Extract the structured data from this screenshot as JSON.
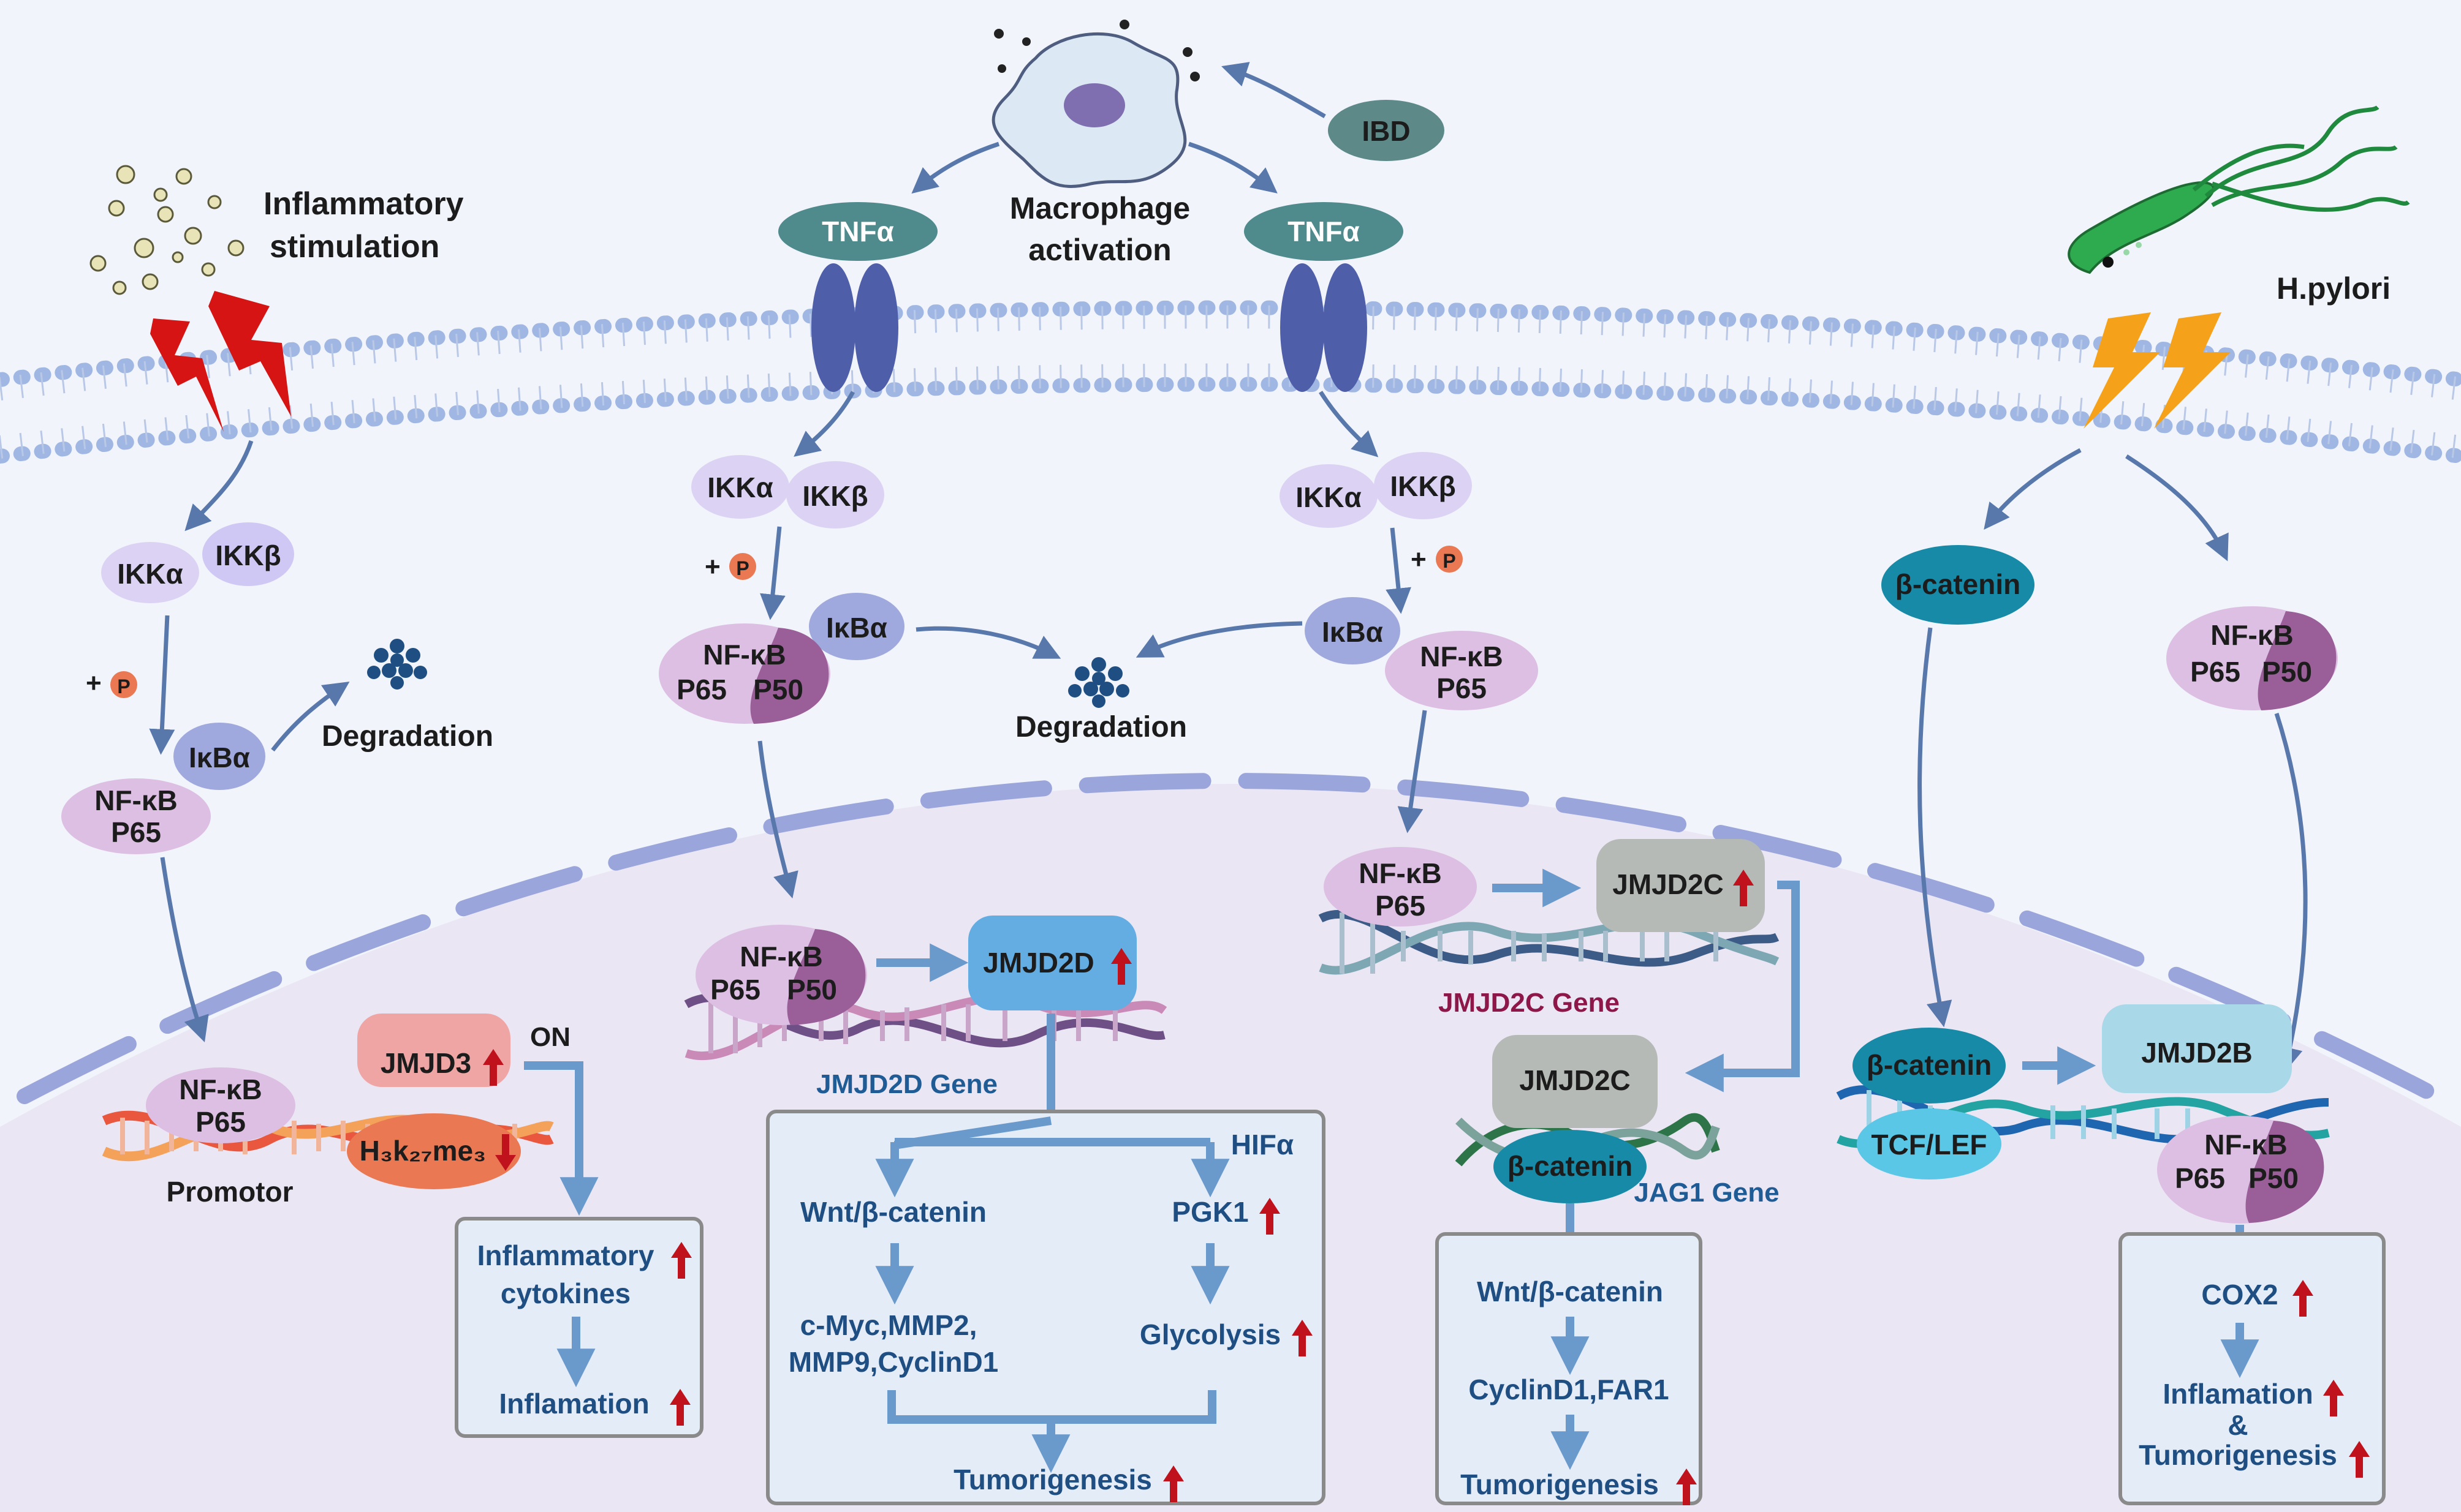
{
  "triggers": {
    "inflammatory": [
      "Inflammatory",
      "stimulation"
    ],
    "macrophage": [
      "Macrophage",
      "activation"
    ],
    "ibd": "IBD",
    "hpylori": "H.pylori"
  },
  "receptor": {
    "tnf": "TNFα"
  },
  "nodes": {
    "ikka": "IKKα",
    "ikkb": "IKKβ",
    "plus": "+",
    "phospho": "P",
    "ikba": "IκBα",
    "nfkb": "NF-κB",
    "p65": "P65",
    "p50": "P50",
    "degradation": "Degradation",
    "bcatenin": "β-catenin",
    "tcf": "TCF/LEF",
    "jmjd3": "JMJD3",
    "h3k27": "H₃k₂₇me₃",
    "jmjd2d": "JMJD2D",
    "jmjd2c": "JMJD2C",
    "jmjd2b": "JMJD2B"
  },
  "genes": {
    "promotor": "Promotor",
    "jmjd2d_gene": "JMJD2D Gene",
    "jmjd2c_gene": "JMJD2C Gene",
    "jag1_gene": "JAG1 Gene",
    "on": "ON"
  },
  "boxes": {
    "b1": {
      "cytokines": [
        "Inflammatory",
        "cytokines"
      ],
      "inflammation": "Inflamation"
    },
    "b2": {
      "hif": "HIFα",
      "wnt": "Wnt/β-catenin",
      "pgk1": "PGK1",
      "targets": [
        "c-Myc,MMP2,",
        "MMP9,CyclinD1"
      ],
      "glycolysis": "Glycolysis",
      "tumor": "Tumorigenesis"
    },
    "b3": {
      "wnt": "Wnt/β-catenin",
      "cyclin": "CyclinD1,FAR1",
      "tumor": "Tumorigenesis"
    },
    "b4": {
      "cox2": "COX2",
      "inflammation": "Inflamation",
      "amp": "&",
      "tumor": "Tumorigenesis"
    }
  },
  "colors": {
    "background": "#f1f4fb",
    "nucleus": "#ebe6f4",
    "membrane_head": "#9fb7e2",
    "receptor": "#4f5ea8",
    "tnf": "#4f8a8c",
    "ikk": "#dcd3f4",
    "ikba": "#9fa9dd",
    "nfkb_light": "#ddbfe3",
    "nfkb_dark": "#9a5f98",
    "arrow": "#5878ac",
    "flow": "#6a99cc",
    "up_arrow": "#c0121c",
    "jmjd2d": "#63ade3",
    "jmjd2c": "#b5bab6",
    "jmjd2b": "#a9d8e8",
    "bcatenin": "#178aa8",
    "tcf": "#5bc7e6",
    "jmjd3": "#f0a5a5",
    "h3k27": "#ea7852",
    "ibd": "#5d8a89",
    "hpylori": "#2eaa4f",
    "lightning_red": "#d61414",
    "lightning_orange": "#f5a21a"
  }
}
